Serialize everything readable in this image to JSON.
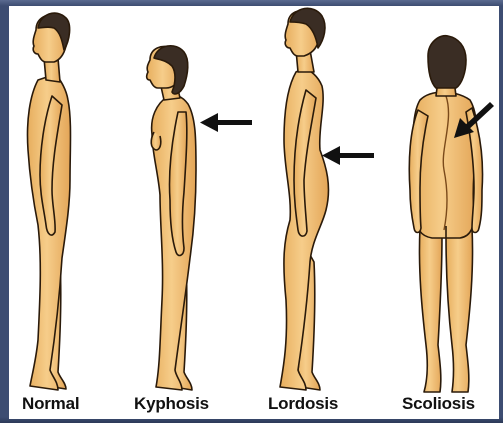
{
  "colors": {
    "frame": "#3d4d72",
    "background": "#ffffff",
    "skin": "#f2c27a",
    "skin_shadow": "#d9a04f",
    "outline": "#2a1a0a",
    "hair": "#3a2d24",
    "arrow": "#111111"
  },
  "figures": [
    {
      "label": "Normal",
      "view": "side",
      "arrow": false
    },
    {
      "label": "Kyphosis",
      "view": "side",
      "arrow": true
    },
    {
      "label": "Lordosis",
      "view": "side",
      "arrow": true
    },
    {
      "label": "Scoliosis",
      "view": "back",
      "arrow": true
    }
  ]
}
